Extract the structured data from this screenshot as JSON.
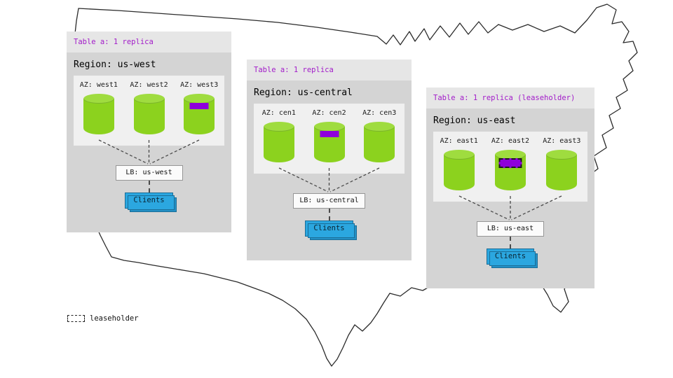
{
  "colors": {
    "accent_purple": "#A21CC9",
    "replica_purple": "#8E00DB",
    "cylinder_green": "#8CD21E",
    "cylinder_green_top": "#9FDC3F",
    "clients_blue": "#2BA7E0"
  },
  "legend": {
    "label": "leaseholder"
  },
  "regions": [
    {
      "table_label": "Table a: 1 replica",
      "region_label": "Region: us-west",
      "azs": [
        {
          "label": "AZ: west1",
          "replica": false,
          "leaseholder": false
        },
        {
          "label": "AZ: west2",
          "replica": false,
          "leaseholder": false
        },
        {
          "label": "AZ: west3",
          "replica": true,
          "leaseholder": false
        }
      ],
      "lb_label": "LB: us-west",
      "clients_label": "Clients"
    },
    {
      "table_label": "Table a: 1 replica",
      "region_label": "Region: us-central",
      "azs": [
        {
          "label": "AZ: cen1",
          "replica": false,
          "leaseholder": false
        },
        {
          "label": "AZ: cen2",
          "replica": true,
          "leaseholder": false
        },
        {
          "label": "AZ: cen3",
          "replica": false,
          "leaseholder": false
        }
      ],
      "lb_label": "LB: us-central",
      "clients_label": "Clients"
    },
    {
      "table_label": "Table a: 1 replica (leaseholder)",
      "region_label": "Region: us-east",
      "azs": [
        {
          "label": "AZ: east1",
          "replica": false,
          "leaseholder": false
        },
        {
          "label": "AZ: east2",
          "replica": true,
          "leaseholder": true
        },
        {
          "label": "AZ: east3",
          "replica": false,
          "leaseholder": false
        }
      ],
      "lb_label": "LB: us-east",
      "clients_label": "Clients"
    }
  ]
}
